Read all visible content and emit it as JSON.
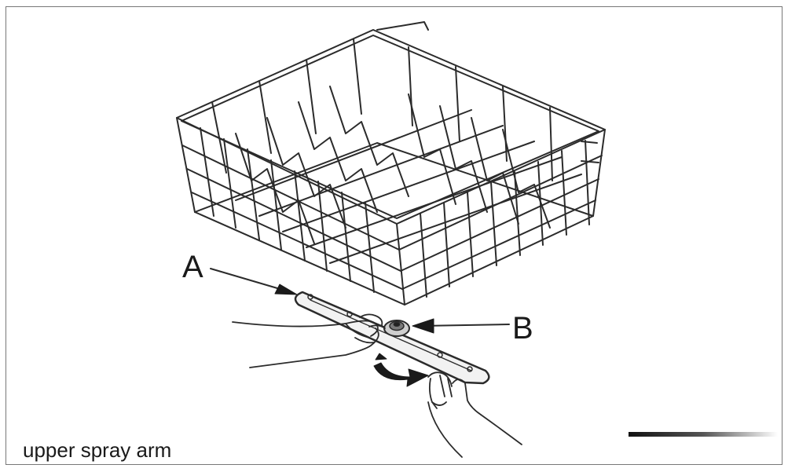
{
  "labels": {
    "a": "A",
    "b": "B"
  },
  "caption": "upper spray arm",
  "colors": {
    "line": "#2b2b2b",
    "frame": "#777777",
    "background": "#ffffff"
  }
}
